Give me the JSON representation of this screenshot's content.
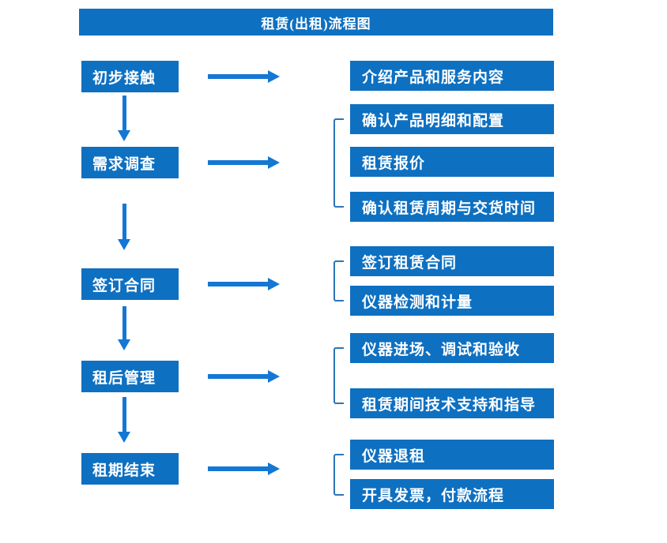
{
  "title": "租赁(出租)流程图",
  "colors": {
    "box_fill": "#0E70C1",
    "arrow": "#1477D3",
    "bracket": "#2E74B5",
    "label_text": "#FFFFFF",
    "page_bg": "#FFFFFF"
  },
  "flow": [
    {
      "stage": "初步接触",
      "details": [
        "介绍产品和服务内容"
      ]
    },
    {
      "stage": "需求调查",
      "details": [
        "确认产品明细和配置",
        "租赁报价",
        "确认租赁周期与交货时间"
      ]
    },
    {
      "stage": "签订合同",
      "details": [
        "签订租赁合同",
        "仪器检测和计量"
      ]
    },
    {
      "stage": "租后管理",
      "details": [
        "仪器进场、调试和验收",
        "租赁期间技术支持和指导"
      ]
    },
    {
      "stage": "租期结束",
      "details": [
        "仪器退租",
        "开具发票，付款流程"
      ]
    }
  ]
}
